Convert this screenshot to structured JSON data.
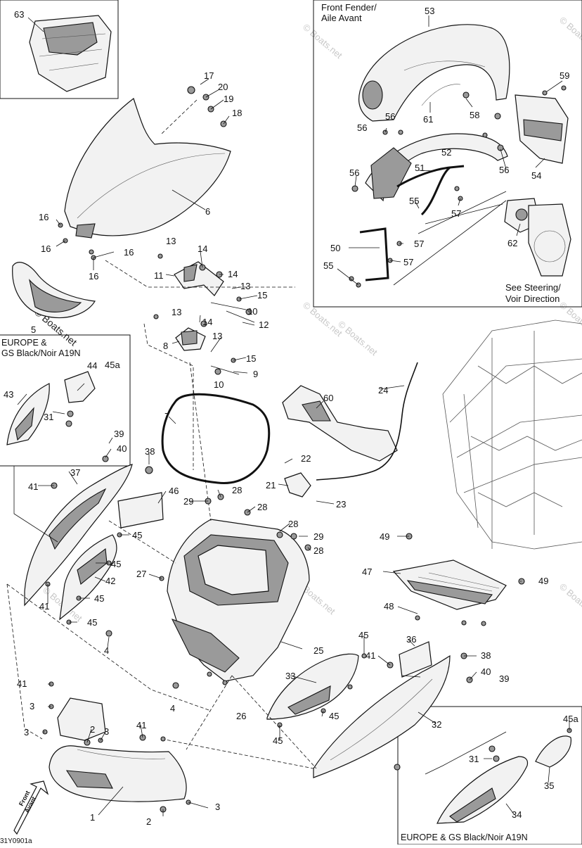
{
  "diagram": {
    "watermarks": [
      "© Boats.net",
      "© Boats.net",
      "© Boats.net",
      "© Boats.net",
      "© Boats.net",
      "© Boats.net",
      "© Boats.net",
      "© Boats.net",
      "© Boats.net"
    ],
    "inset_fender": {
      "title_line1": "Front Fender/",
      "title_line2": "Aile Avant",
      "note_line1": "See Steering/",
      "note_line2": "Voir Direction"
    },
    "inset_left": {
      "line1": "EUROPE &",
      "line2": "GS Black/Noir A19N"
    },
    "inset_bottom": {
      "caption": "EUROPE & GS Black/Noir A19N"
    },
    "front_arrow": {
      "line1": "Front",
      "line2": "Avant"
    },
    "figure_code": "31Y0901a",
    "callouts": [
      "63",
      "53",
      "59",
      "61",
      "58",
      "56",
      "56",
      "52",
      "56",
      "54",
      "56",
      "51",
      "55",
      "57",
      "62",
      "50",
      "57",
      "57",
      "55",
      "17",
      "20",
      "19",
      "18",
      "6",
      "16",
      "16",
      "16",
      "16",
      "13",
      "14",
      "11",
      "14",
      "13",
      "15",
      "10",
      "13",
      "14",
      "12",
      "8",
      "13",
      "15",
      "9",
      "10",
      "5",
      "44",
      "45a",
      "43",
      "31",
      "7",
      "60",
      "24",
      "39",
      "40",
      "38",
      "22",
      "21",
      "23",
      "37",
      "41",
      "46",
      "28",
      "29",
      "28",
      "28",
      "29",
      "28",
      "45",
      "45",
      "42",
      "27",
      "45",
      "45",
      "41",
      "4",
      "49",
      "47",
      "49",
      "48",
      "25",
      "45",
      "36",
      "38",
      "33",
      "41",
      "40",
      "39",
      "26",
      "4",
      "45",
      "41",
      "3",
      "2",
      "3",
      "3",
      "41",
      "1",
      "32",
      "45",
      "45a",
      "31",
      "35",
      "34",
      "2",
      "3"
    ]
  }
}
